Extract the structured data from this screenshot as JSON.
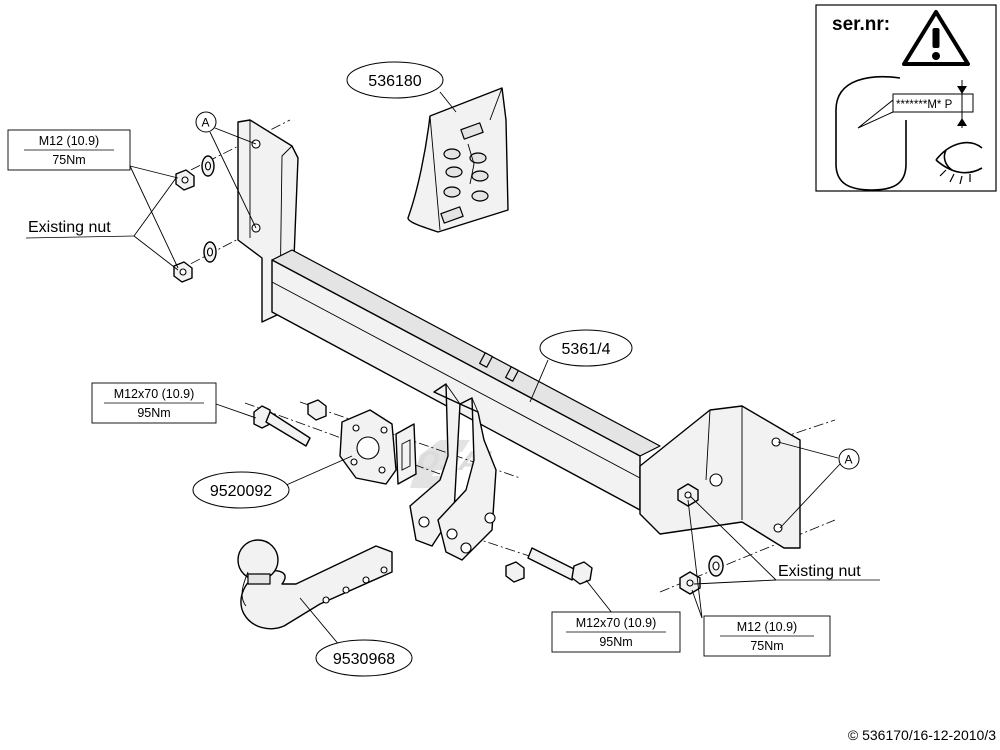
{
  "serial_box": {
    "title": "ser.nr:",
    "plate_text": "*******M* P"
  },
  "part_labels": {
    "bracket_set": "536180",
    "crossbar": "5361/4",
    "socket_plate": "9520092",
    "tow_ball": "9530968"
  },
  "specs": {
    "left_nut": {
      "size": "M12 (10.9)",
      "torque": "75Nm"
    },
    "left_bolt": {
      "size": "M12x70 (10.9)",
      "torque": "95Nm"
    },
    "right_bolt": {
      "size": "M12x70 (10.9)",
      "torque": "95Nm"
    },
    "right_nut": {
      "size": "M12 (10.9)",
      "torque": "75Nm"
    }
  },
  "callouts": {
    "existing_nut_left": "Existing nut",
    "existing_nut_right": "Existing nut"
  },
  "markers": {
    "left": "A",
    "right": "A"
  },
  "footer": {
    "copyright": "© 536170/16-12-2010/3"
  },
  "watermark": "Bosal logo"
}
